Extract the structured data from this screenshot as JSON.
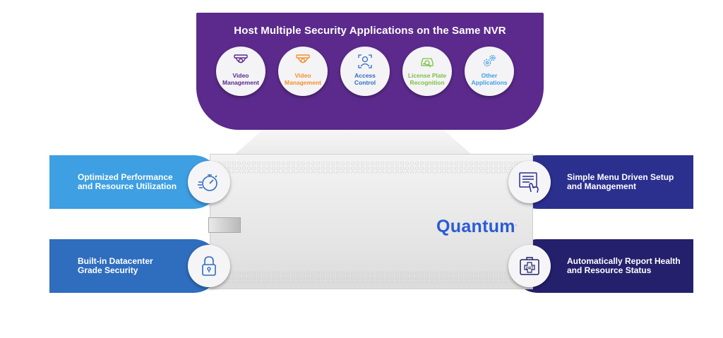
{
  "banner": {
    "title": "Host Multiple Security Applications on the Same NVR",
    "color": "#5b2a8c",
    "apps": [
      {
        "line1": "Video",
        "line2": "Management",
        "color": "#5b2a8c",
        "icon": "security-camera-icon"
      },
      {
        "line1": "Video",
        "line2": "Management",
        "color": "#f2912a",
        "icon": "security-camera-icon"
      },
      {
        "line1": "Access",
        "line2": "Control",
        "color": "#2f6dbe",
        "icon": "face-scan-icon"
      },
      {
        "line1": "License Plate",
        "line2": "Recognition",
        "color": "#7cc242",
        "icon": "car-search-icon"
      },
      {
        "line1": "Other",
        "line2": "Applications",
        "color": "#3e9fe3",
        "icon": "gears-icon"
      }
    ]
  },
  "device": {
    "brand": "Quantum",
    "brand_mark": ".",
    "brand_color": "#2a5bd7"
  },
  "features": {
    "left": [
      {
        "line1": "Optimized Performance",
        "line2": "and Resource Utilization",
        "color": "#3e9fe3",
        "icon": "stopwatch-icon"
      },
      {
        "line1": "Built-in Datacenter",
        "line2": "Grade Security",
        "color": "#2f6dbe",
        "icon": "padlock-icon"
      }
    ],
    "right": [
      {
        "line1": "Simple Menu Driven Setup",
        "line2": "and Management",
        "color": "#2b2f8e",
        "icon": "menu-touch-icon"
      },
      {
        "line1": "Automatically Report Health",
        "line2": "and Resource Status",
        "color": "#24206c",
        "icon": "health-kit-247-icon"
      }
    ],
    "badge_text": "24/7"
  }
}
